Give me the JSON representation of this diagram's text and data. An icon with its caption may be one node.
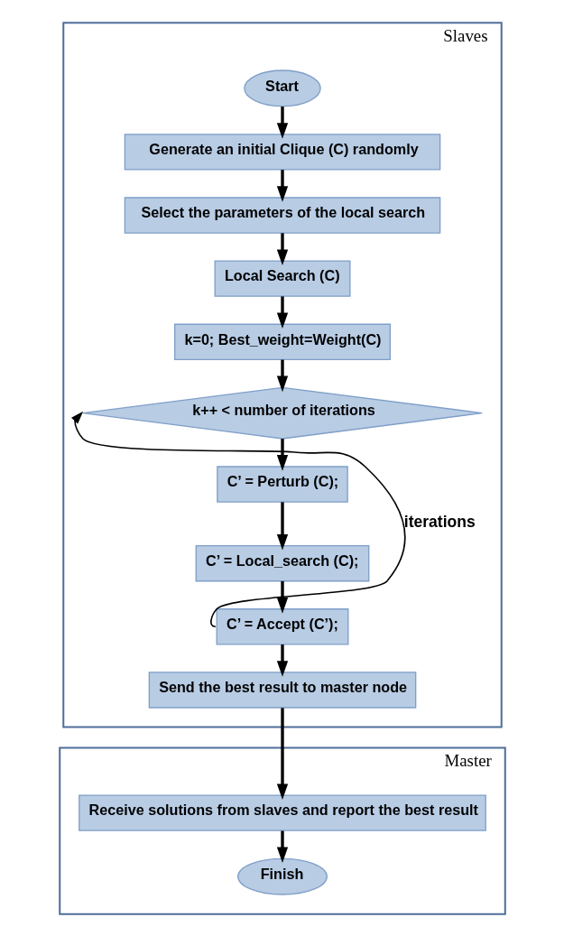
{
  "diagram": {
    "nodes": [
      {
        "text": [
          "Slaves"
        ]
      },
      {
        "text": [
          "Start"
        ],
        "in": 0
      },
      {
        "text": [
          "Generate an initial Clique (C) randomly"
        ],
        "in": 0
      },
      {
        "text": [
          "Select the parameters of the local search"
        ],
        "in": 0
      },
      {
        "text": [
          "Local Search (C)"
        ],
        "in": 0
      },
      {
        "text": [
          "k=0; Best_weight=Weight(C)"
        ],
        "in": 0
      },
      {
        "text": [
          "k++ < number of iterations"
        ],
        "in": 0
      },
      {
        "text": [
          "C’ = Perturb (C);"
        ],
        "in": 0
      },
      {
        "text": [
          "C’ = Local_search (C);"
        ],
        "in": 0
      },
      {
        "text": [
          "C’ = Accept (C’);"
        ],
        "in": 0
      },
      {
        "text": [
          "Send the best result to master node"
        ],
        "in": 0
      },
      {
        "text": [
          "Master"
        ]
      },
      {
        "text": [
          "Receive solutions from slaves and report the best result"
        ],
        "in": 11
      },
      {
        "text": [
          "Finish"
        ],
        "in": 11
      }
    ],
    "edges": [
      {
        "from": 1,
        "to": 2,
        "arrow": "to"
      },
      {
        "from": 2,
        "to": 3,
        "arrow": "to"
      },
      {
        "from": 3,
        "to": 4,
        "arrow": "to"
      },
      {
        "from": 4,
        "to": 5,
        "arrow": "to"
      },
      {
        "from": 5,
        "to": 6,
        "arrow": "to"
      },
      {
        "from": 6,
        "to": 7,
        "arrow": "to"
      },
      {
        "from": 7,
        "to": 8,
        "arrow": "to"
      },
      {
        "from": 8,
        "to": 9,
        "arrow": "to"
      },
      {
        "from": 9,
        "to": 6,
        "arrow": "to",
        "label": "iterations"
      },
      {
        "from": 9,
        "to": 10,
        "arrow": "to"
      },
      {
        "from": 10,
        "to": 12,
        "arrow": "to"
      },
      {
        "from": 12,
        "to": 13,
        "arrow": "to"
      }
    ]
  }
}
